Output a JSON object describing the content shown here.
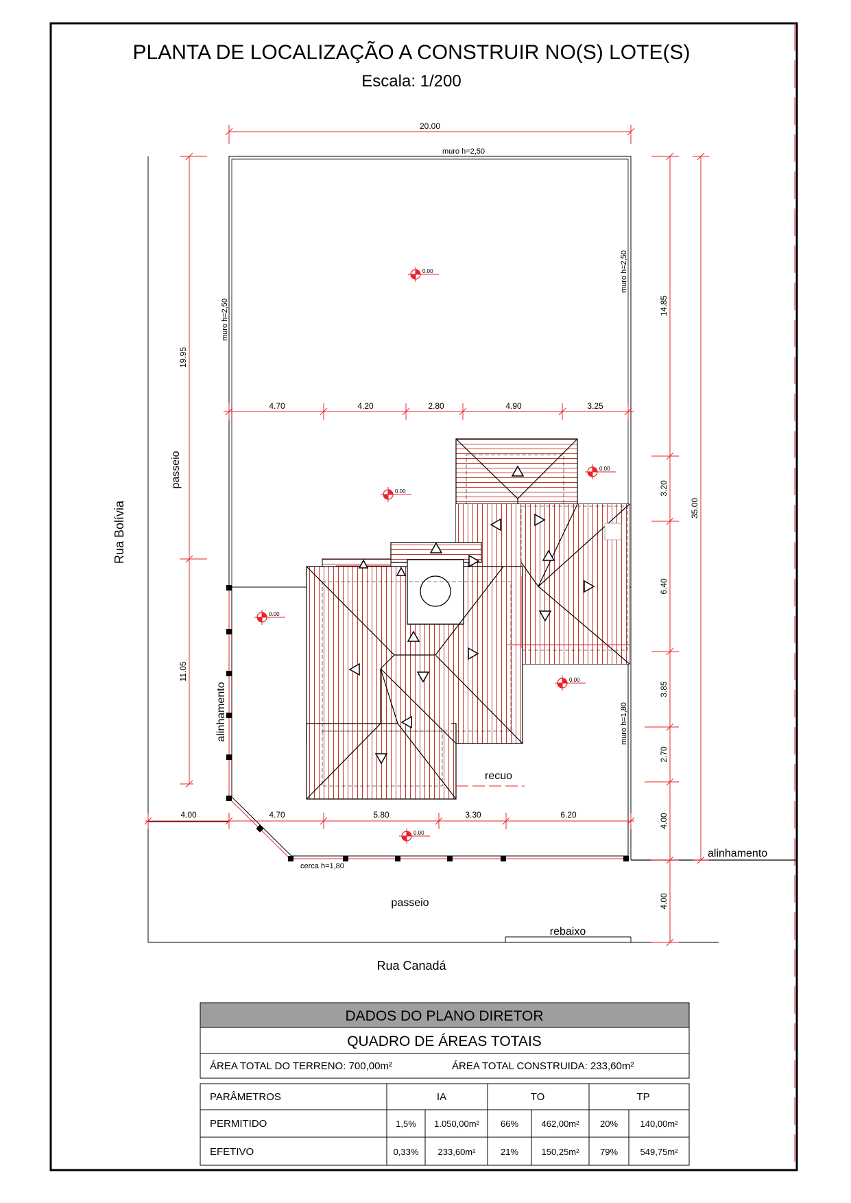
{
  "title": "PLANTA DE LOCALIZAÇÃO A CONSTRUIR NO(S) LOTE(S)",
  "subtitle": "Escala: 1/200",
  "streets": {
    "left": "Rua Bolívia",
    "bottom": "Rua Canadá"
  },
  "labels": {
    "passeio_left": "passeio",
    "passeio_bottom": "passeio",
    "alinhamento_left": "alinhamento",
    "alinhamento_right": "alinhamento",
    "recuo": "recuo",
    "rebaixo": "rebaixo",
    "cerca": "cerca h=1,80",
    "muro_top": "muro h=2,50",
    "muro_left": "muro h=2,50",
    "muro_right": "muro h=2,50",
    "muro_right_low": "muro h=1,80"
  },
  "dimensions": {
    "top_width": "20.00",
    "middle_row": [
      "4.70",
      "4.20",
      "2.80",
      "4.90",
      "3.25"
    ],
    "bottom_row": [
      "4.00",
      "4.70",
      "5.80",
      "3.30",
      "6.20"
    ],
    "left_col": [
      "19.95",
      "11.05"
    ],
    "right_col": [
      "14.85",
      "3.20",
      "6.40",
      "3.85",
      "2.70",
      "4.00",
      "4.00"
    ],
    "right_total": "35.00"
  },
  "level_mark": "0.00",
  "table": {
    "header1": "DADOS DO PLANO DIRETOR",
    "header2": "QUADRO DE ÁREAS TOTAIS",
    "area_terreno": "ÁREA TOTAL DO TERRENO:  700,00m²",
    "area_construida": "ÁREA TOTAL CONSTRUIDA:  233,60m²",
    "columns": [
      "PARÂMETROS",
      "IA",
      "TO",
      "TP"
    ],
    "rows": [
      {
        "name": "PERMITIDO",
        "ia_pct": "1,5%",
        "ia_val": "1.050,00m²",
        "to_pct": "66%",
        "to_val": "462,00m²",
        "tp_pct": "20%",
        "tp_val": "140,00m²"
      },
      {
        "name": "EFETIVO",
        "ia_pct": "0,33%",
        "ia_val": "233,60m²",
        "to_pct": "21%",
        "to_val": "150,25m²",
        "tp_pct": "79%",
        "tp_val": "549,75m²"
      }
    ]
  },
  "colors": {
    "red": "#e8232a",
    "roof": "#c0392b",
    "header_gray": "#9e9e9e"
  }
}
